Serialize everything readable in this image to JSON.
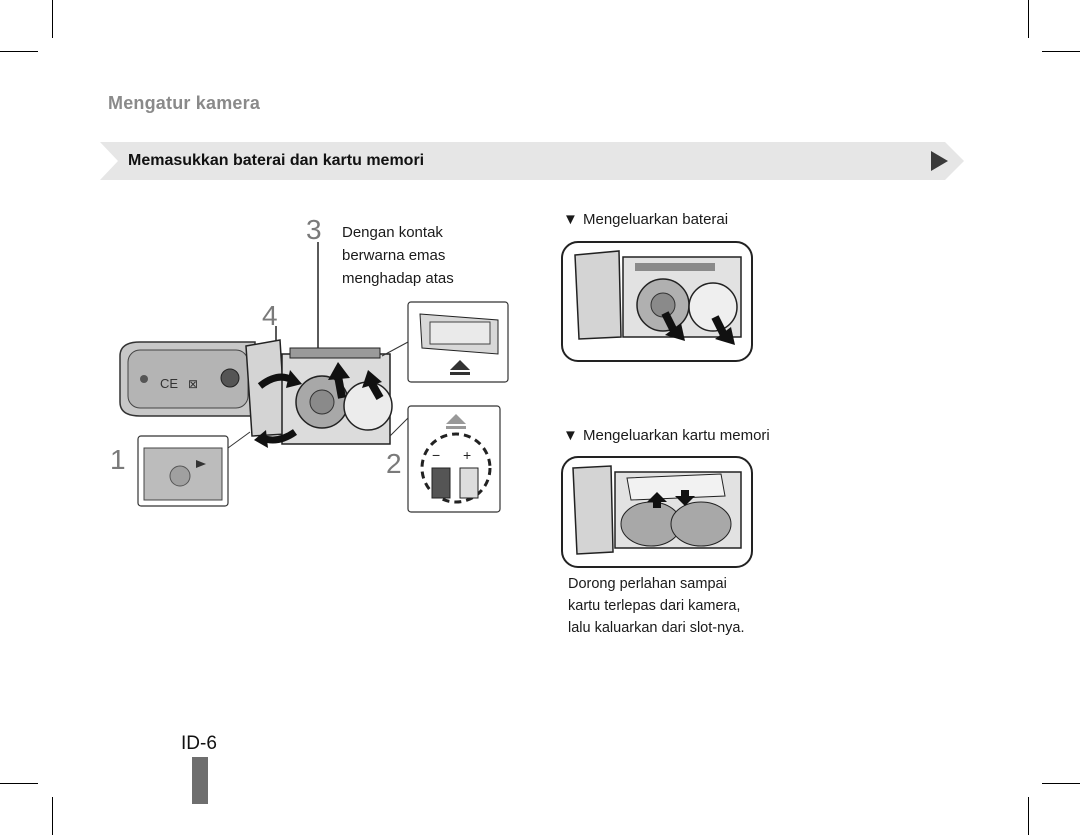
{
  "header": {
    "section_title": "Mengatur kamera"
  },
  "banner": {
    "title": "Memasukkan baterai dan kartu memori",
    "next_icon": "triangle-right-icon"
  },
  "steps": {
    "step1_number": "1",
    "step2_number": "2",
    "step3_number": "3",
    "step4_number": "4",
    "step3_caption": [
      "Dengan kontak",
      "berwarna emas",
      "menghadap atas"
    ]
  },
  "remove_battery": {
    "marker": "▼",
    "label": "Mengeluarkan baterai"
  },
  "remove_card": {
    "marker": "▼",
    "label": "Mengeluarkan kartu memori",
    "note": [
      "Dorong perlahan sampai",
      "kartu terlepas dari kamera,",
      "lalu kaluarkan dari slot-nya."
    ]
  },
  "battery_polarity": {
    "minus": "−",
    "plus": "+"
  },
  "footer": {
    "page_number": "ID-6"
  }
}
